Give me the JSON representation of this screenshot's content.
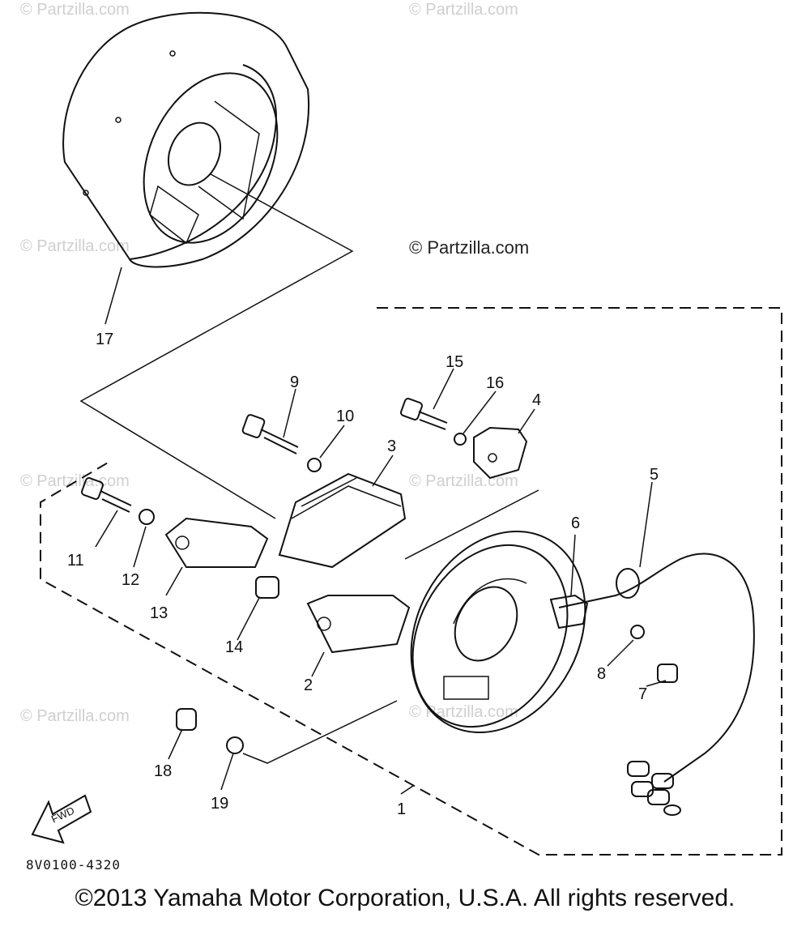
{
  "watermark": "© Partzilla.com",
  "watermark_main": "© Partzilla.com",
  "diagram_code": "8V0100-4320",
  "fwd_label": "FWD",
  "copyright": "©2013 Yamaha Motor Corporation, U.S.A. All rights reserved.",
  "callouts": [
    "1",
    "2",
    "3",
    "4",
    "5",
    "6",
    "7",
    "8",
    "9",
    "10",
    "11",
    "12",
    "13",
    "14",
    "15",
    "16",
    "17",
    "18",
    "19"
  ]
}
